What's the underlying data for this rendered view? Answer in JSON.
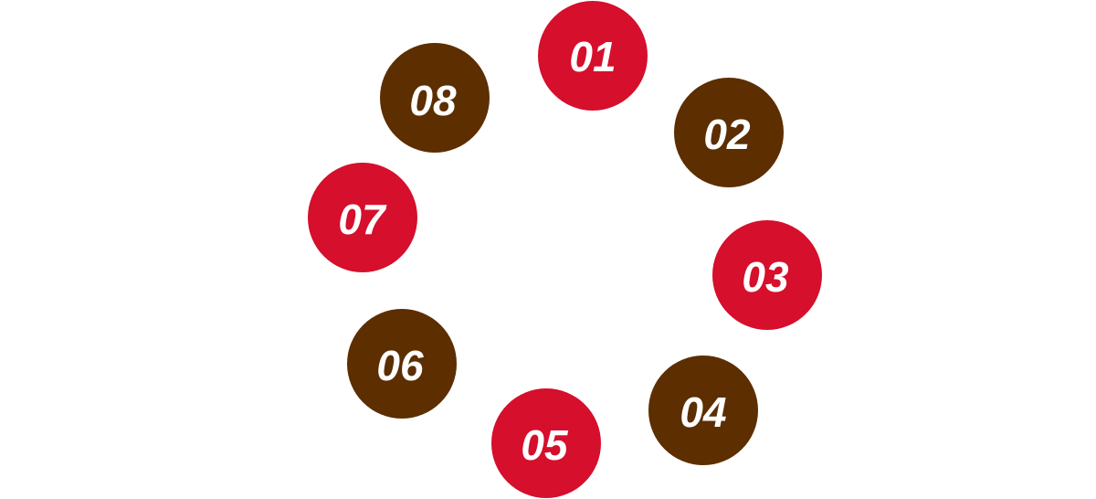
{
  "colors": {
    "red": "#d50f2c",
    "brown": "#5c2e00",
    "text": "#ffffff",
    "background": "#ffffff"
  },
  "nodes": [
    {
      "label": "01",
      "color": "red"
    },
    {
      "label": "02",
      "color": "brown"
    },
    {
      "label": "03",
      "color": "red"
    },
    {
      "label": "04",
      "color": "brown"
    },
    {
      "label": "05",
      "color": "red"
    },
    {
      "label": "06",
      "color": "brown"
    },
    {
      "label": "07",
      "color": "red"
    },
    {
      "label": "08",
      "color": "brown"
    }
  ]
}
